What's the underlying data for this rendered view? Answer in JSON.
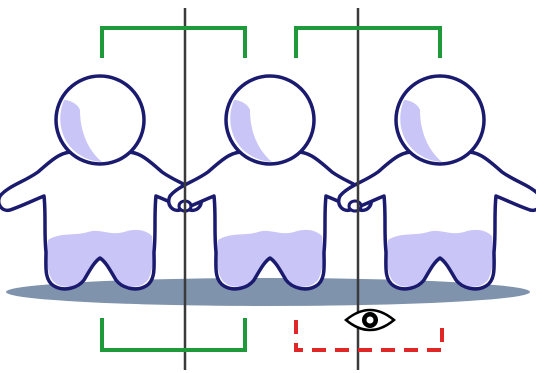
{
  "colors": {
    "outline": "#1a1a6e",
    "figure_fill": "#ffffff",
    "figure_shade": "#c9c6f7",
    "ground": "#7f93ad",
    "bracket_solid": "#1e9a3a",
    "bracket_dashed": "#e02626",
    "mirror_line": "#3a3a3a",
    "eye": "#000000"
  },
  "figures": [
    {
      "id": "figure-1",
      "shading": true
    },
    {
      "id": "figure-2",
      "shading": true
    },
    {
      "id": "figure-3",
      "shading": true
    }
  ],
  "mirror_lines": [
    {
      "id": "mirror-line-left"
    },
    {
      "id": "mirror-line-right"
    }
  ],
  "brackets": [
    {
      "id": "top-bracket-left",
      "style": "solid"
    },
    {
      "id": "top-bracket-right",
      "style": "solid"
    },
    {
      "id": "bottom-bracket-left",
      "style": "solid"
    },
    {
      "id": "bottom-bracket-right",
      "style": "dashed"
    }
  ],
  "icons": {
    "eye": "eye-icon"
  }
}
